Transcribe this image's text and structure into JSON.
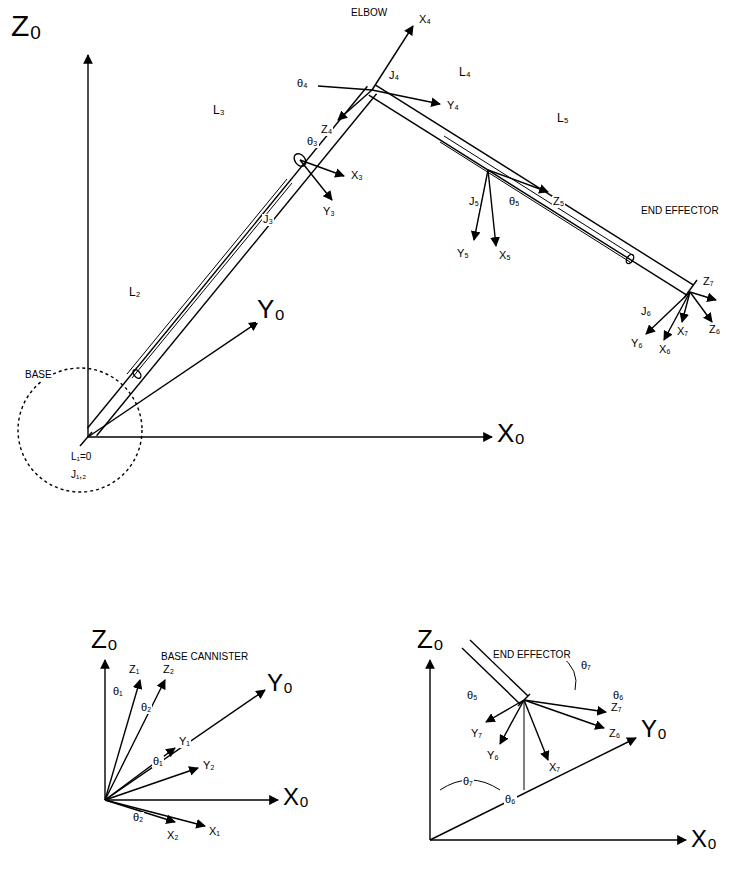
{
  "diagram": {
    "labels": [
      "ELBOW",
      "Z₀",
      "Y₀",
      "X₀",
      "BASE",
      "L₁=0",
      "J₁,₂",
      "L₂",
      "L₃",
      "L₄",
      "L₅",
      "J₃",
      "J₄",
      "J₅",
      "J₆",
      "END EFFECTOR",
      "θ₄",
      "X₄",
      "Y₄",
      "Z₄",
      "θ₃",
      "X₃",
      "Y₃",
      "θ₅",
      "Y₅",
      "X₅",
      "Z₅",
      "Z₇",
      "Z₆",
      "X₇",
      "Y₆",
      "X₆",
      "Z₀",
      "BASE CANNISTER",
      "Y₀",
      "X₀",
      "Z₁",
      "Z₂",
      "θ₁",
      "θ₂",
      "Y₁",
      "Y₂",
      "θ₁",
      "X₁",
      "X₂",
      "θ₂",
      "Z₀",
      "END EFFECTOR",
      "Y₀",
      "X₀",
      "θ₇",
      "θ₆",
      "θ₅",
      "Y₇",
      "Y₆",
      "Z₇",
      "Z₆",
      "X₇",
      "θ₇",
      "θ₆"
    ]
  }
}
